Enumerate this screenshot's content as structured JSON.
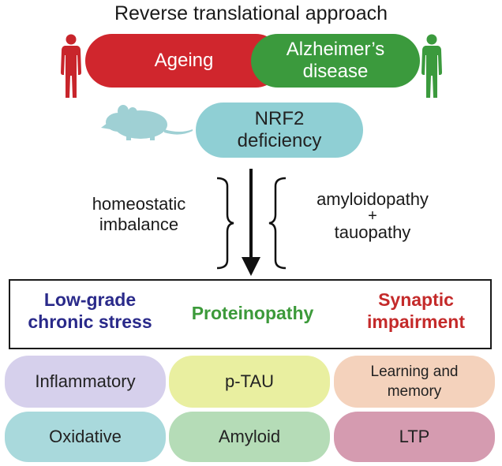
{
  "title": "Reverse translational approach",
  "top": {
    "ageing": "Ageing",
    "alzheimers_line1": "Alzheimer’s",
    "alzheimers_line2": "disease",
    "nrf2_line1": "NRF2",
    "nrf2_line2": "deficiency"
  },
  "mechanisms": {
    "left_line1": "homeostatic",
    "left_line2": "imbalance",
    "right_line1": "amyloidopathy",
    "right_plus": "+",
    "right_line2": "tauopathy"
  },
  "categories": {
    "stress_line1": "Low-grade",
    "stress_line2": "chronic stress",
    "proteinopathy": "Proteinopathy",
    "synaptic_line1": "Synaptic",
    "synaptic_line2": "impairment"
  },
  "outcomes": {
    "inflammatory": "Inflammatory",
    "ptau": "p-TAU",
    "learning_line1": "Learning and",
    "learning_line2": "memory",
    "oxidative": "Oxidative",
    "amyloid": "Amyloid",
    "ltp": "LTP"
  },
  "icons": {
    "red_figure": "human-figure-icon",
    "green_figure": "human-figure-icon",
    "mouse": "mouse-icon",
    "arrow": "down-arrow-icon"
  },
  "colors": {
    "ageing": "#d0262d",
    "alzheimers": "#3b9a3d",
    "nrf2": "#8fcfd4",
    "stress_text": "#2a2a8a",
    "proteinopathy_text": "#3c9a3a",
    "synaptic_text": "#c42a2a",
    "inflammatory": "#d6d0ec",
    "ptau": "#e9efa0",
    "learning": "#f4d2bc",
    "oxidative": "#a9d9dc",
    "amyloid": "#b5dcb7",
    "ltp": "#d59bb0"
  }
}
